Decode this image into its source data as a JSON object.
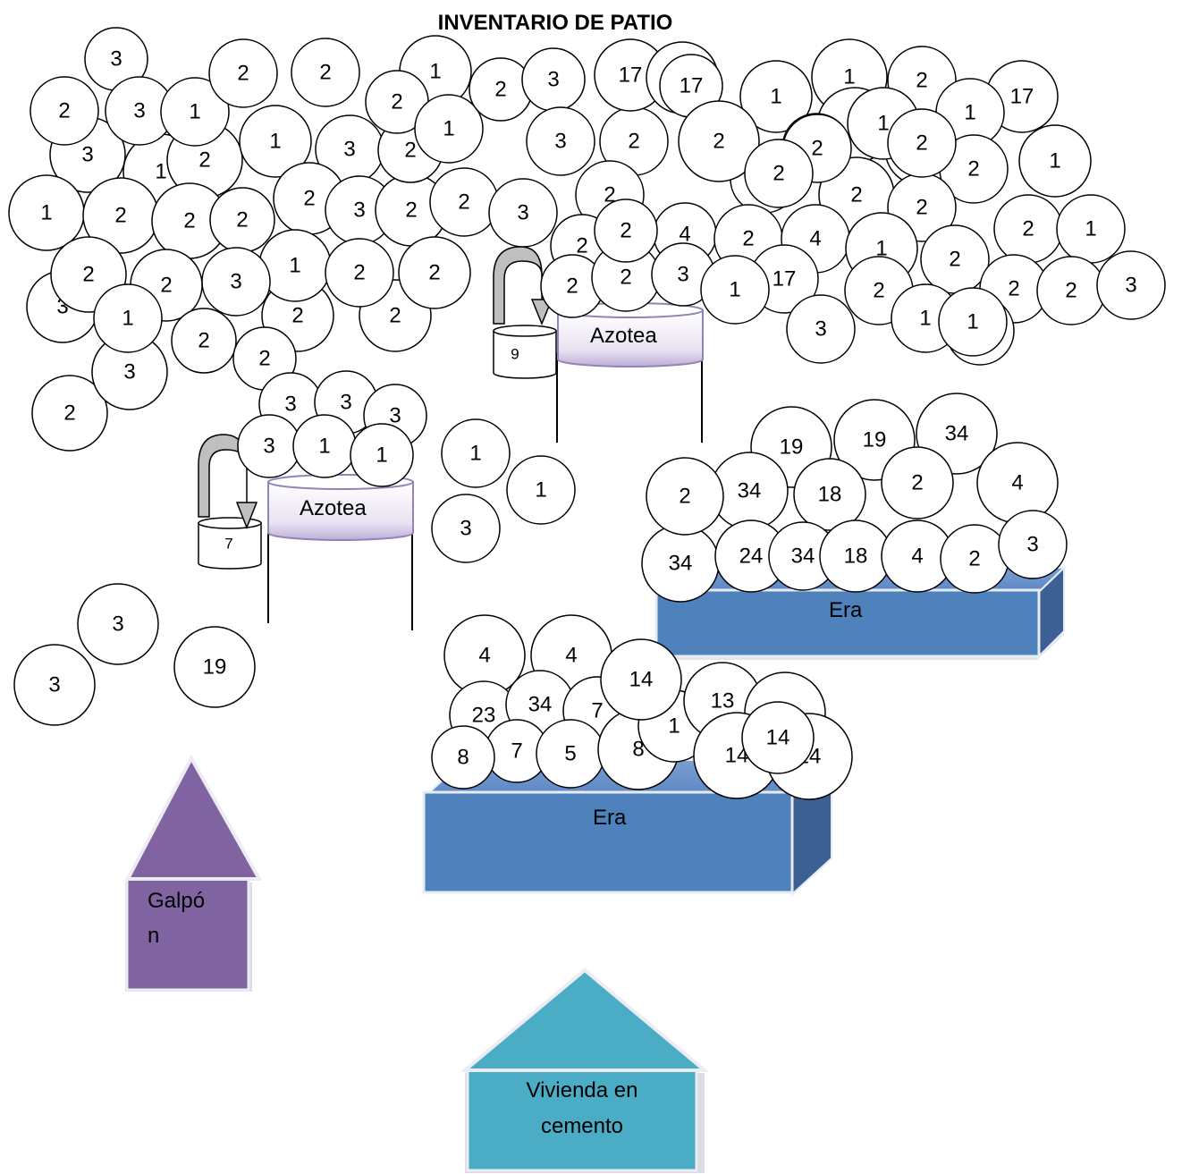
{
  "title": "INVENTARIO DE PATIO",
  "structures": {
    "azotea_label": "Azotea",
    "era_label": "Era",
    "galpon_label_line1": "Galpó",
    "galpon_label_line2": "n",
    "vivienda_label_line1": "Vivienda en",
    "vivienda_label_line2": "cemento",
    "pot_top": "9",
    "pot_left": "7"
  },
  "colors": {
    "era_face": "#4f81bd",
    "era_side": "#3c5f94",
    "galpon": "#8064a2",
    "vivienda": "#4bacc6",
    "azotea_fill": "#f1edf6",
    "azotea_edge": "#9383b6",
    "arrow": "#bfbfbf"
  },
  "plants": [
    "2",
    "3",
    "3",
    "3",
    "1",
    "2",
    "2",
    "3",
    "3",
    "1",
    "2",
    "2",
    "1",
    "3",
    "1",
    "2",
    "2",
    "2",
    "2",
    "3",
    "2",
    "2",
    "2",
    "1",
    "3",
    "2",
    "2",
    "1",
    "2",
    "2",
    "2",
    "1",
    "2",
    "1",
    "2",
    "2",
    "2",
    "2",
    "3",
    "3",
    "2",
    "3",
    "2",
    "2",
    "2",
    "2",
    "17",
    "2",
    "17",
    "1",
    "1",
    "2",
    "2",
    "2",
    "17",
    "1",
    "2",
    "2",
    "1",
    "1",
    "2",
    "2",
    "2",
    "1",
    "2",
    "2",
    "2",
    "3",
    "4",
    "3",
    "2",
    "2",
    "4",
    "1",
    "17",
    "2",
    "2",
    "1",
    "2",
    "2",
    "1",
    "2",
    "2",
    "2",
    "3",
    "1",
    "1",
    "1",
    "3",
    "3",
    "3",
    "3",
    "1",
    "1",
    "1",
    "1",
    "1",
    "1",
    "3",
    "3",
    "3",
    "19",
    "19",
    "19",
    "34",
    "34",
    "34",
    "18",
    "2",
    "4",
    "2",
    "24",
    "34",
    "18",
    "4",
    "2",
    "3",
    "4",
    "4",
    "23",
    "34",
    "7",
    "7",
    "8",
    "5",
    "8",
    "1",
    "13",
    "13",
    "14",
    "14",
    "14",
    "14",
    "34"
  ]
}
